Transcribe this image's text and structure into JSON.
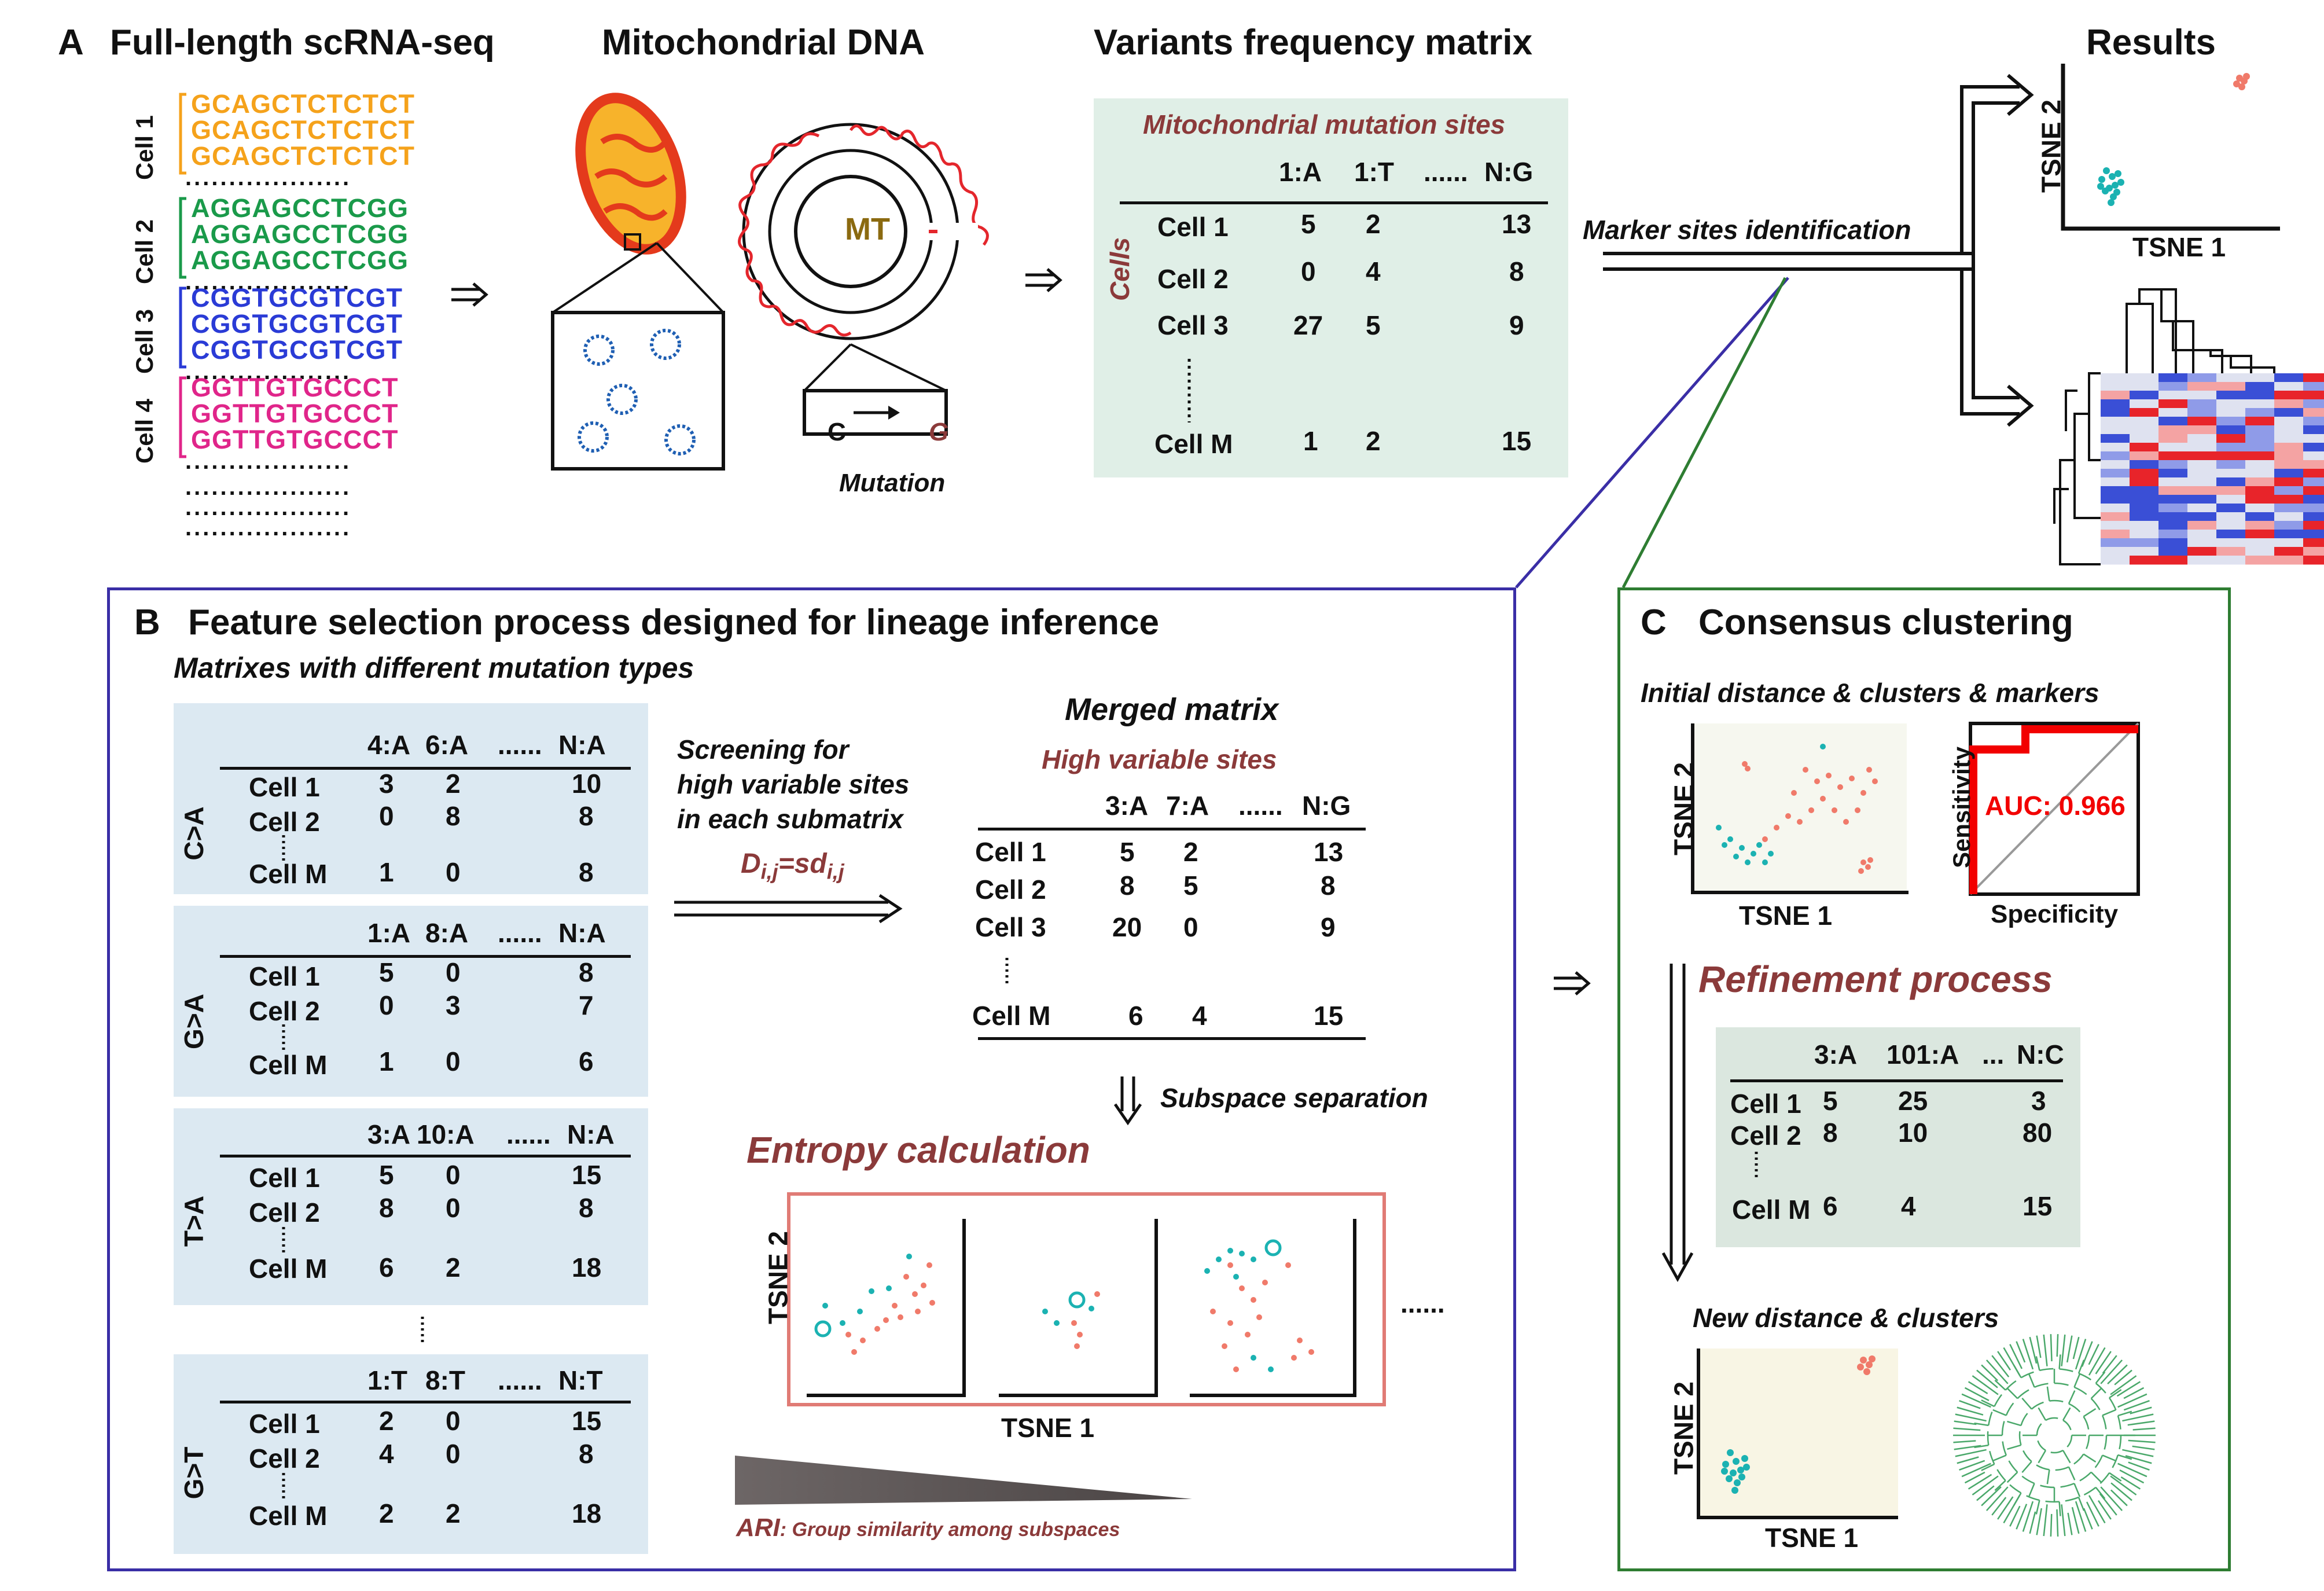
{
  "panel_a": {
    "label": "A",
    "title_scrna": "Full-length scRNA-seq",
    "title_mtdna": "Mitochondrial DNA",
    "title_matrix": "Variants frequency matrix",
    "title_results": "Results",
    "cells": [
      {
        "label": "Cell 1",
        "seq": "GCAGCTCTCTCT",
        "color": "#f5a21b"
      },
      {
        "label": "Cell 2",
        "seq": "AGGAGCCTCGG",
        "color": "#1a9a4a"
      },
      {
        "label": "Cell 3",
        "seq": "CGGTGCGTCGT",
        "color": "#2a3bd6"
      },
      {
        "label": "Cell 4",
        "seq": "GGTTGTGCCCT",
        "color": "#e0258a"
      }
    ],
    "dots": "...................",
    "mt_label": "MT",
    "mutation_from": "C",
    "mutation_to": "G",
    "mutation_caption": "Mutation",
    "matrix_title": "Mitochondrial mutation sites",
    "matrix_row_axis": "Cells",
    "matrix_cols": [
      "1:A",
      "1:T",
      "......",
      "N:G"
    ],
    "matrix_rows": [
      {
        "cell": "Cell 1",
        "v": [
          "5",
          "2",
          "13"
        ]
      },
      {
        "cell": "Cell 2",
        "v": [
          "0",
          "4",
          "8"
        ]
      },
      {
        "cell": "Cell 3",
        "v": [
          "27",
          "5",
          "9"
        ]
      },
      {
        "cell": "Cell M",
        "v": [
          "1",
          "2",
          "15"
        ]
      }
    ],
    "marker_label": "Marker sites identification",
    "tsne_x": "TSNE 1",
    "tsne_y": "TSNE 2"
  },
  "panel_b": {
    "label": "B",
    "title": "Feature selection process designed for lineage inference",
    "subtitle": "Matrixes with different mutation types",
    "submatrices": [
      {
        "type": "C>A",
        "cols": [
          "4:A",
          "6:A",
          "......",
          "N:A"
        ],
        "rows": [
          [
            "Cell 1",
            "3",
            "2",
            "10"
          ],
          [
            "Cell 2",
            "0",
            "8",
            "8"
          ],
          [
            "Cell M",
            "1",
            "0",
            "8"
          ]
        ]
      },
      {
        "type": "G>A",
        "cols": [
          "1:A",
          "8:A",
          "......",
          "N:A"
        ],
        "rows": [
          [
            "Cell 1",
            "5",
            "0",
            "8"
          ],
          [
            "Cell 2",
            "0",
            "3",
            "7"
          ],
          [
            "Cell M",
            "1",
            "0",
            "6"
          ]
        ]
      },
      {
        "type": "T>A",
        "cols": [
          "3:A",
          "10:A",
          "......",
          "N:A"
        ],
        "rows": [
          [
            "Cell 1",
            "5",
            "0",
            "15"
          ],
          [
            "Cell 2",
            "8",
            "0",
            "8"
          ],
          [
            "Cell M",
            "6",
            "2",
            "18"
          ]
        ]
      },
      {
        "type": "G>T",
        "cols": [
          "1:T",
          "8:T",
          "......",
          "N:T"
        ],
        "rows": [
          [
            "Cell 1",
            "2",
            "0",
            "15"
          ],
          [
            "Cell 2",
            "4",
            "0",
            "8"
          ],
          [
            "Cell M",
            "2",
            "2",
            "18"
          ]
        ]
      }
    ],
    "screening_lines": [
      "Screening for",
      "high variable sites",
      "in each submatrix"
    ],
    "formula_d": "D",
    "formula_sub1": "i,j",
    "formula_mid": "=sd",
    "formula_sub2": "i,j",
    "merged_title": "Merged matrix",
    "merged_subtitle": "High variable sites",
    "merged_cols": [
      "3:A",
      "7:A",
      "......",
      "N:G"
    ],
    "merged_rows": [
      {
        "cell": "Cell 1",
        "v": [
          "5",
          "2",
          "13"
        ]
      },
      {
        "cell": "Cell 2",
        "v": [
          "8",
          "5",
          "8"
        ]
      },
      {
        "cell": "Cell 3",
        "v": [
          "20",
          "0",
          "9"
        ]
      },
      {
        "cell": "Cell M",
        "v": [
          "6",
          "4",
          "15"
        ]
      }
    ],
    "subspace_label": "Subspace separation",
    "entropy_title": "Entropy calculation",
    "entropy_more": "......",
    "tsne_x": "TSNE 1",
    "tsne_y": "TSNE 2",
    "ari_label": "ARI",
    "ari_text": ": Group similarity among subspaces"
  },
  "panel_c": {
    "label": "C",
    "title": "Consensus clustering",
    "initial_label": "Initial distance & clusters & markers",
    "auc_label": "AUC: 0.966",
    "sensitivity": "Sensitivity",
    "specificity": "Specificity",
    "refinement": "Refinement process",
    "refine_cols": [
      "3:A",
      "101:A",
      "...",
      "N:C"
    ],
    "refine_rows": [
      {
        "cell": "Cell 1",
        "v": [
          "5",
          "25",
          "3"
        ]
      },
      {
        "cell": "Cell 2",
        "v": [
          "8",
          "10",
          "80"
        ]
      },
      {
        "cell": "Cell M",
        "v": [
          "6",
          "4",
          "15"
        ]
      }
    ],
    "new_label": "New distance & clusters",
    "tsne_x": "TSNE 1",
    "tsne_y": "TSNE 2"
  },
  "colors": {
    "teal": "#1bb2b2",
    "salmon": "#f07a6a",
    "brown": "#8b3a3a",
    "panel_b_border": "#3a2ea6",
    "panel_c_border": "#2e7d32",
    "table_blue": "#dce9f2",
    "table_green": "#d9e8e0",
    "mito_orange": "#f7b32b",
    "mito_red": "#e43a1c"
  }
}
